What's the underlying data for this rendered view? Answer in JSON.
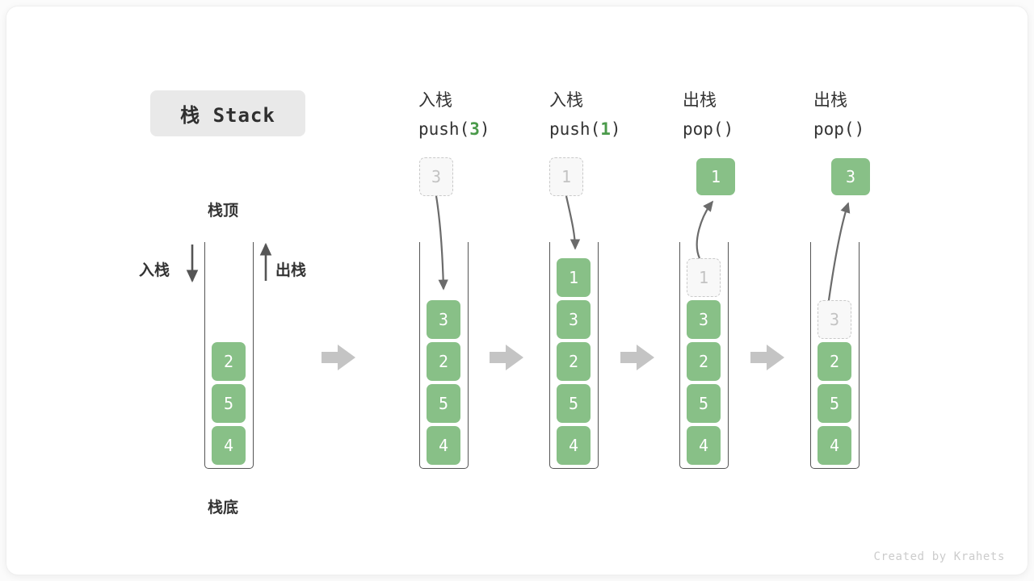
{
  "title": {
    "chip_label": "栈 Stack"
  },
  "legend": {
    "top_label": "栈顶",
    "bottom_label": "栈底",
    "push_label": "入栈",
    "pop_label": "出栈"
  },
  "colors": {
    "cell_green": "#88c087",
    "accent_green": "#4a9a4a",
    "ghost_border": "#c9c9c9",
    "ghost_text": "#c3c3c3",
    "stack_border": "#555555",
    "flow_arrow": "#c4c4c4",
    "chip_bg": "#e9e9e9",
    "text": "#333333"
  },
  "panels": [
    {
      "id": "initial",
      "header_cn": "",
      "header_code": "",
      "header_code_arg": "",
      "stack": [
        "2",
        "5",
        "4"
      ],
      "ghost": null,
      "popped": null
    },
    {
      "id": "push-3",
      "header_cn": "入栈",
      "header_code_prefix": "push(",
      "header_code_arg": "3",
      "header_code_suffix": ")",
      "stack": [
        "3",
        "2",
        "5",
        "4"
      ],
      "ghost": {
        "value": "3",
        "position": "above"
      },
      "popped": null
    },
    {
      "id": "push-1",
      "header_cn": "入栈",
      "header_code_prefix": "push(",
      "header_code_arg": "1",
      "header_code_suffix": ")",
      "stack": [
        "1",
        "3",
        "2",
        "5",
        "4"
      ],
      "ghost": {
        "value": "1",
        "position": "above"
      },
      "popped": null
    },
    {
      "id": "pop-1",
      "header_cn": "出栈",
      "header_code_prefix": "pop(",
      "header_code_arg": "",
      "header_code_suffix": ")",
      "stack": [
        "3",
        "2",
        "5",
        "4"
      ],
      "ghost": {
        "value": "1",
        "position": "inside-top"
      },
      "popped": "1"
    },
    {
      "id": "pop-3",
      "header_cn": "出栈",
      "header_code_prefix": "pop(",
      "header_code_arg": "",
      "header_code_suffix": ")",
      "stack": [
        "2",
        "5",
        "4"
      ],
      "ghost": {
        "value": "3",
        "position": "inside-top"
      },
      "popped": "3"
    }
  ],
  "footer": {
    "credit": "Created by Krahets"
  }
}
